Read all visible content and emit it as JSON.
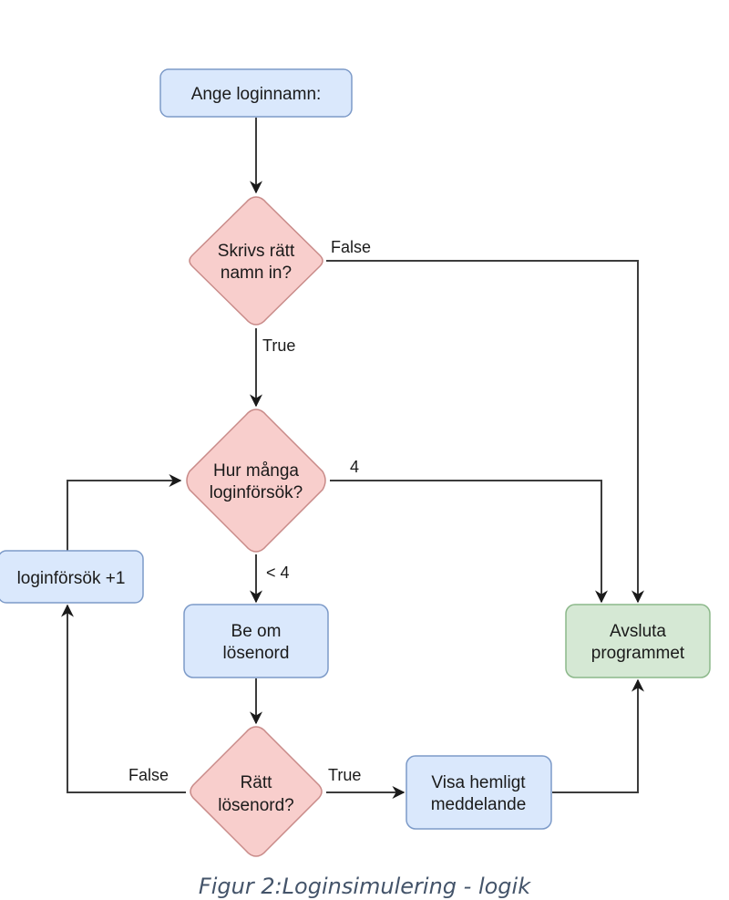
{
  "colors": {
    "process_fill": "#dae8fc",
    "process_stroke": "#7c9ac8",
    "decision_fill": "#f8cecc",
    "decision_stroke": "#c98b89",
    "end_fill": "#d5e8d4",
    "end_stroke": "#8cb88a",
    "edge": "#3c3c3c",
    "caption": "#44546a"
  },
  "nodes": {
    "ange_loginnamn": {
      "type": "process",
      "lines": [
        "Ange loginnamn:"
      ]
    },
    "skrivs_ratt_namn": {
      "type": "decision",
      "lines": [
        "Skrivs rätt",
        "namn in?"
      ]
    },
    "hur_manga_forsok": {
      "type": "decision",
      "lines": [
        "Hur många",
        "loginförsök?"
      ]
    },
    "loginforsok_plus": {
      "type": "process",
      "lines": [
        "loginförsök +1"
      ]
    },
    "be_om_losenord": {
      "type": "process",
      "lines": [
        "Be om",
        "lösenord"
      ]
    },
    "avsluta_programmet": {
      "type": "terminal",
      "lines": [
        "Avsluta",
        "programmet"
      ]
    },
    "ratt_losenord": {
      "type": "decision",
      "lines": [
        "Rätt",
        "lösenord?"
      ]
    },
    "visa_hemligt": {
      "type": "process",
      "lines": [
        "Visa hemligt",
        "meddelande"
      ]
    }
  },
  "edges": [
    {
      "from": "ange_loginnamn",
      "to": "skrivs_ratt_namn",
      "label": ""
    },
    {
      "from": "skrivs_ratt_namn",
      "to": "avsluta_programmet",
      "label": "False"
    },
    {
      "from": "skrivs_ratt_namn",
      "to": "hur_manga_forsok",
      "label": "True"
    },
    {
      "from": "hur_manga_forsok",
      "to": "avsluta_programmet",
      "label": "4"
    },
    {
      "from": "hur_manga_forsok",
      "to": "be_om_losenord",
      "label": "< 4"
    },
    {
      "from": "be_om_losenord",
      "to": "ratt_losenord",
      "label": ""
    },
    {
      "from": "ratt_losenord",
      "to": "loginforsok_plus",
      "label": "False"
    },
    {
      "from": "ratt_losenord",
      "to": "visa_hemligt",
      "label": "True"
    },
    {
      "from": "visa_hemligt",
      "to": "avsluta_programmet",
      "label": ""
    },
    {
      "from": "loginforsok_plus",
      "to": "hur_manga_forsok",
      "label": ""
    }
  ],
  "caption": "Figur 2:Loginsimulering - logik"
}
